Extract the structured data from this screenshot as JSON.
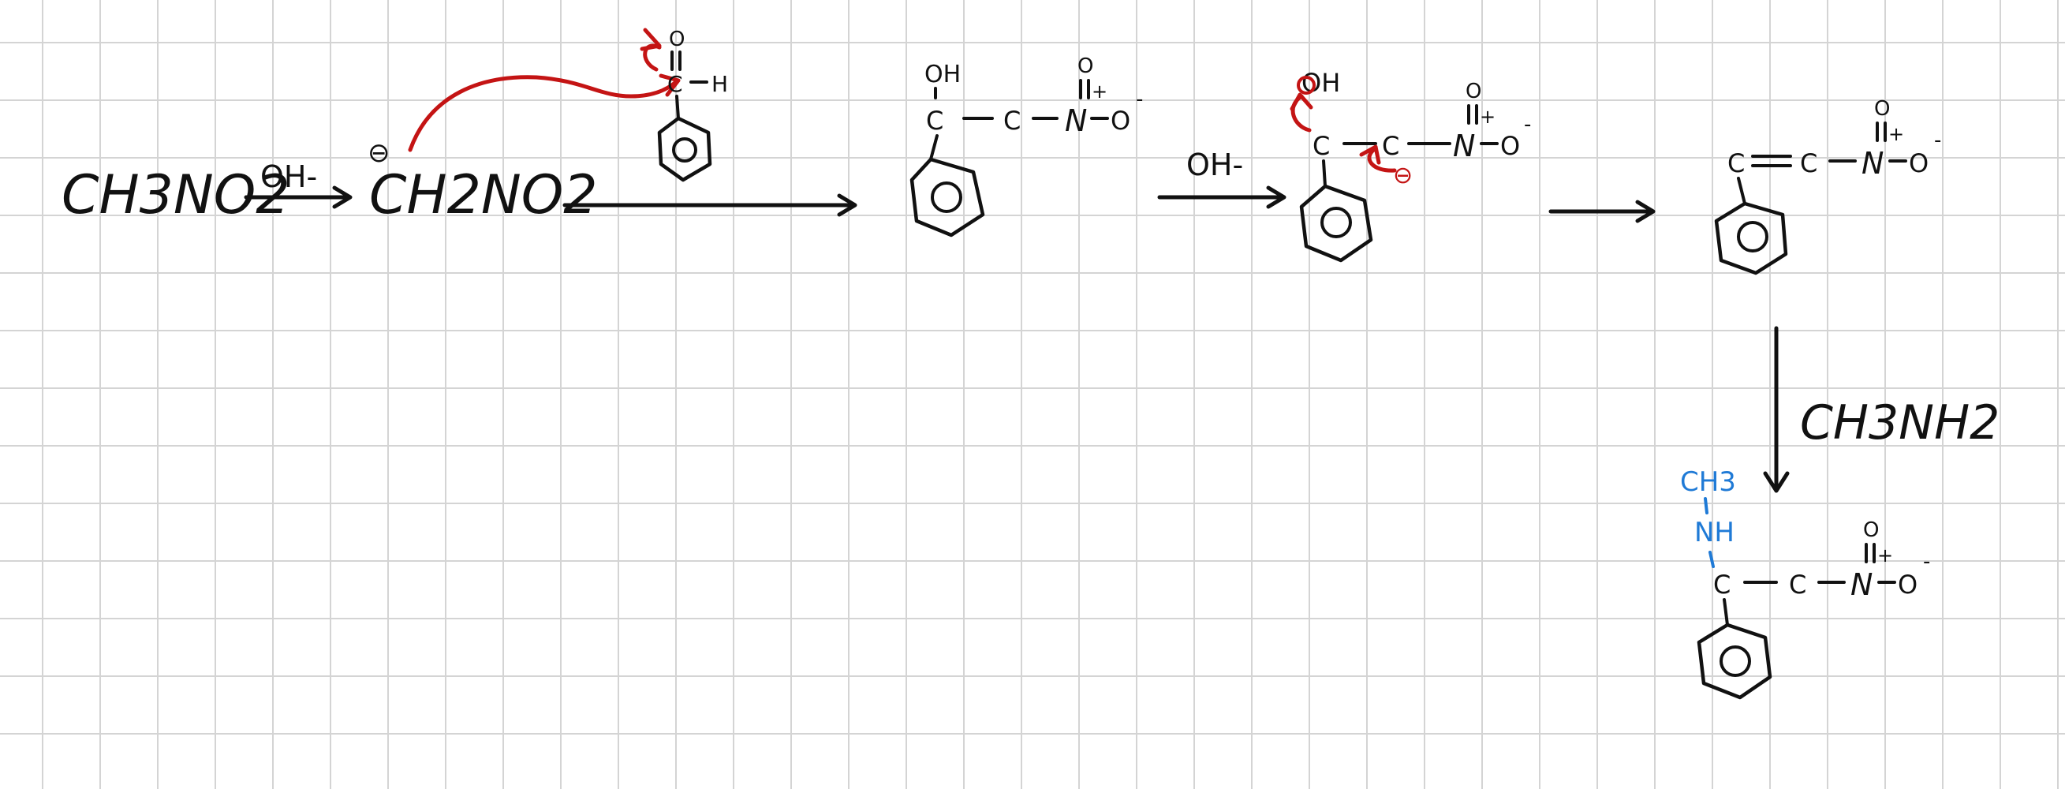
{
  "colors": {
    "ink": "#111111",
    "mechanism_arrow": "#c41414",
    "added_group": "#1f7ad6",
    "grid": "#d4d4d4"
  },
  "step1": {
    "reactant": "CH3NO2",
    "reagent": "OH-",
    "product_charge": "⊖",
    "product": "CH2NO2"
  },
  "benzaldehyde": {
    "oxygen": "O",
    "carbon": "C",
    "hydrogen": "H"
  },
  "intermediate1": {
    "hydroxyl": "OH",
    "carbon_a": "C",
    "carbon_b": "C",
    "nitrogen": "N",
    "nitro_o_top": "O",
    "plus": "+",
    "nitro_o_right": "O",
    "minus": "-"
  },
  "step3": {
    "reagent": "OH-"
  },
  "intermediate2": {
    "hydroxyl": "OH",
    "carbon_a": "C",
    "carbon_b": "C",
    "carbanion_charge": "⊖",
    "nitrogen": "N",
    "nitro_o_top": "O",
    "plus": "+",
    "nitro_o_right": "O",
    "minus": "-"
  },
  "alkene": {
    "carbon_a": "C",
    "carbon_b": "C",
    "nitrogen": "N",
    "nitro_o_top": "O",
    "plus": "+",
    "nitro_o_right": "O",
    "minus": "-"
  },
  "step5": {
    "reagent": "CH3NH2"
  },
  "final_product": {
    "methyl": "CH3",
    "amine": "NH",
    "carbon_a": "C",
    "carbon_b": "C",
    "nitrogen": "N",
    "nitro_o_top": "O",
    "plus": "+",
    "nitro_o_right": "O",
    "minus": "-"
  }
}
